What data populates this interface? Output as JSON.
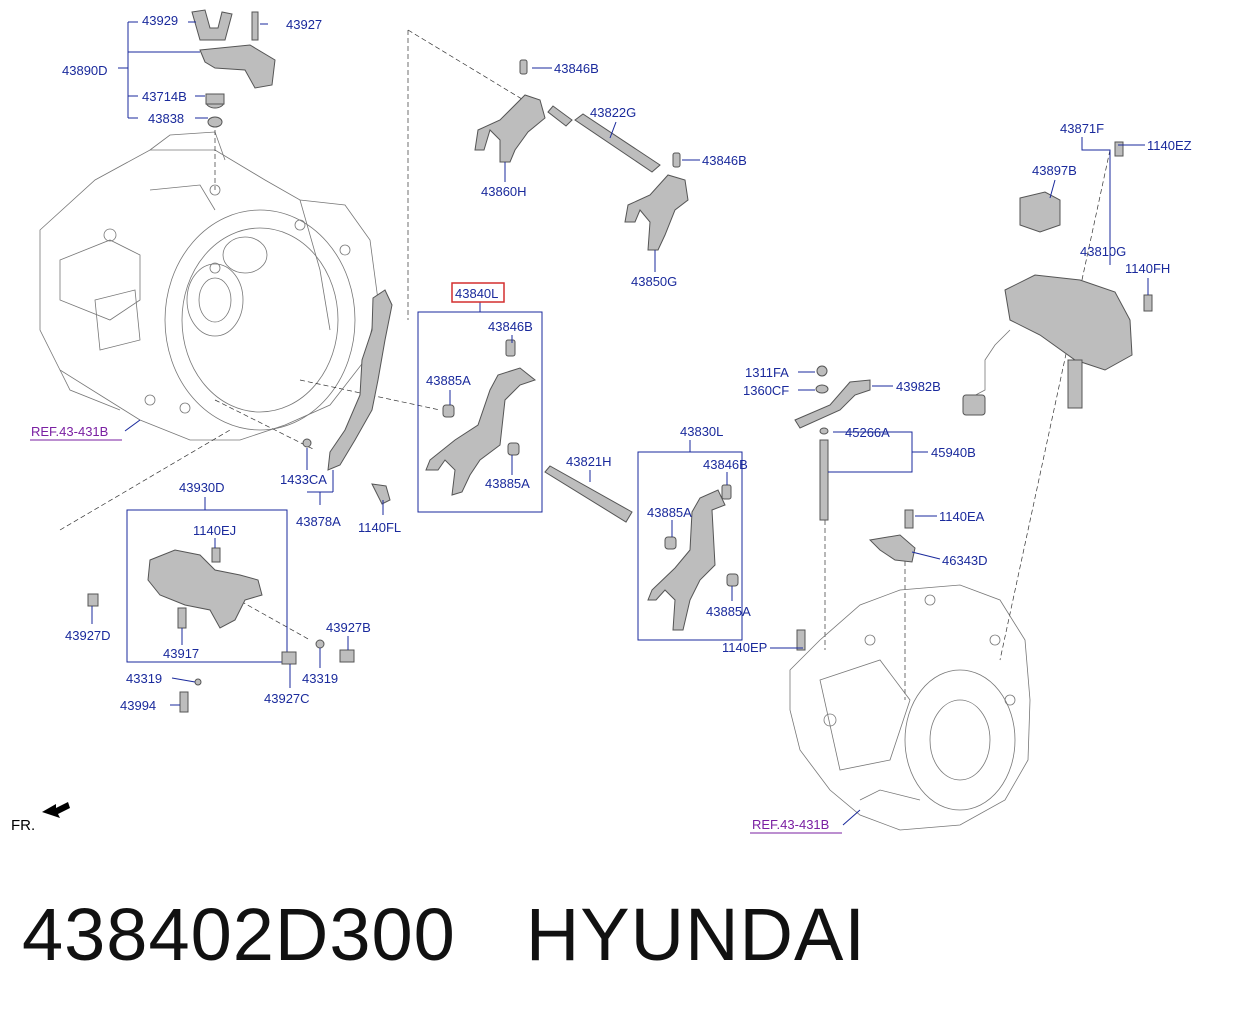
{
  "labels": {
    "p43929": "43929",
    "p43927": "43927",
    "p43890D": "43890D",
    "p43714B": "43714B",
    "p43838": "43838",
    "p43846B_a": "43846B",
    "p43822G": "43822G",
    "p43846B_b": "43846B",
    "p43860H": "43860H",
    "p43850G": "43850G",
    "p43840L": "43840L",
    "p43846B_c": "43846B",
    "p43885A_a": "43885A",
    "p43885A_b": "43885A",
    "p1433CA": "1433CA",
    "p43878A": "43878A",
    "p1140FL": "1140FL",
    "p43821H": "43821H",
    "p43830L": "43830L",
    "p43846B_d": "43846B",
    "p43885A_c": "43885A",
    "p43885A_d": "43885A",
    "p1140EP": "1140EP",
    "p43930D": "43930D",
    "p1140EJ": "1140EJ",
    "p43927D": "43927D",
    "p43917": "43917",
    "p43927B": "43927B",
    "p43319_a": "43319",
    "p43319_b": "43319",
    "p43994": "43994",
    "p43927C": "43927C",
    "p43871F": "43871F",
    "p1140EZ": "1140EZ",
    "p43897B": "43897B",
    "p43810G": "43810G",
    "p1140FH": "1140FH",
    "p1311FA": "1311FA",
    "p1360CF": "1360CF",
    "p43982B": "43982B",
    "p45266A": "45266A",
    "p45940B": "45940B",
    "p1140EA": "1140EA",
    "p46343D": "46343D",
    "ref_left": "REF.43-431B",
    "ref_right": "REF.43-431B",
    "front": "FR."
  },
  "highlight_color": "#d32f2f",
  "label_color": "#1a2a9c",
  "ref_color": "#7a1fa2",
  "caption": {
    "part_number": "438402D300",
    "brand": "HYUNDAI"
  }
}
